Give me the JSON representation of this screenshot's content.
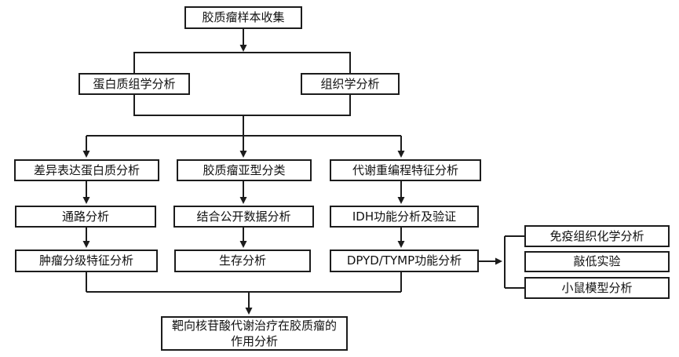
{
  "colors": {
    "background": "#ffffff",
    "line": "#1c1c1c",
    "box_fill": "#ffffff",
    "text": "#111111"
  },
  "nodes": {
    "sample_collection": {
      "label": "胶质瘤样本收集"
    },
    "proteomics": {
      "label": "蛋白质组学分析"
    },
    "histology": {
      "label": "组织学分析"
    },
    "dep_analysis": {
      "label": "差异表达蛋白质分析"
    },
    "subtype_classification": {
      "label": "胶质瘤亚型分类"
    },
    "metabolic_reprogramming": {
      "label": "代谢重编程特征分析"
    },
    "pathway_analysis": {
      "label": "通路分析"
    },
    "public_data_analysis": {
      "label": "结合公开数据分析"
    },
    "idh_function": {
      "label": "IDH功能分析及验证"
    },
    "tumor_grading": {
      "label": "肿瘤分级特征分析"
    },
    "survival_analysis": {
      "label": "生存分析"
    },
    "dpyd_tymp_function": {
      "label": "DPYD/TYMP功能分析"
    },
    "immunohistochemistry": {
      "label": "免疫组织化学分析"
    },
    "knockdown_experiment": {
      "label": "敲低实验"
    },
    "mouse_model": {
      "label": "小鼠模型分析"
    },
    "final_analysis": {
      "label": "靶向核苷酸代谢治疗在胶质瘤的\n作用分析"
    }
  }
}
